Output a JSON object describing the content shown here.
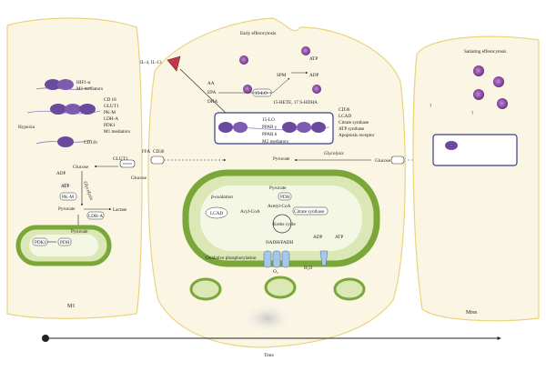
{
  "cells": {
    "m1": "M1",
    "mres": "Mres"
  },
  "axis": {
    "time": "Time"
  },
  "left": {
    "hif": "HIF1-α",
    "m1_mediators_top": "M1 mediators",
    "hypoxia": "Hypoxia",
    "cd11b": "CD11b",
    "genes": [
      "CD 18",
      "GLUT1",
      "PK-M",
      "LDH-A",
      "PDK1",
      "M1 mediators"
    ],
    "glucose_in": "Glucose",
    "glut1": "GLUT1",
    "glucose_out": "Glucose",
    "adp": "ADP",
    "atp": "ATP",
    "pkm": "PK-M",
    "glycolysis": "Glycolysis",
    "pyruvate": "Pyruvate",
    "ldha": "LDH-A",
    "lactate": "Lactate",
    "pyruvate2": "Pyruvate",
    "pdk1": "PDK1",
    "pdh": "PDH"
  },
  "center": {
    "il": "IL-4, IL-13",
    "early": "Early efferocytosis",
    "aa": "AA",
    "epa": "EPA",
    "dha": "DHA",
    "lo15": "15-LO",
    "spm": "SPM",
    "hete": "15-HETE, 17 S-HDHA",
    "lo15b": "15-LO",
    "ppar1": "PPAR γ",
    "ppar2": "PPAR δ",
    "m2": "M2 mediators",
    "atp": "ATP",
    "adp": "ADP",
    "genes": [
      "CD36",
      "LCAD",
      "Citrate synthase",
      "ATP synthase",
      "Apoptosis receptor"
    ],
    "ffa": "FFA",
    "cd36": "CD36",
    "pyruvate": "Pyruvate",
    "glycolysis": "Glycolysis",
    "glucose": "Glucose",
    "beta": "β-oxidation",
    "lcad": "LCAD",
    "acylcoa": "Acyl-CoA",
    "pyruvate2": "Pyruvate",
    "pdh": "PDH",
    "acetyl": "Acetyl-CoA",
    "citrate": "Citrate synthase",
    "krebs": "Krebs cycle",
    "nadh": "NADH/FADH",
    "oxphos": "Oxidative phosphorylation",
    "adp2": "ADP",
    "atp2": "ATP",
    "h2o": "H₂O",
    "o2": "O₂"
  },
  "right": {
    "sating": "Satiating efferocytosis",
    "q1": "?",
    "q2": "?"
  },
  "colors": {
    "cell": "#fbf6e3",
    "cell_edge": "#e9d37d",
    "mito": "#7aa63a",
    "dna": "#3b3a8c",
    "purple": "#6a4a9c",
    "receptor": "#c0394a"
  }
}
